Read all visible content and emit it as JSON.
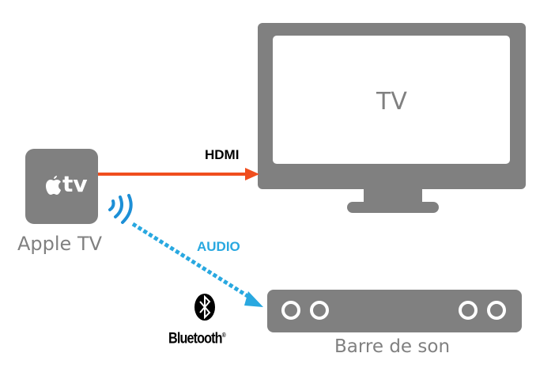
{
  "devices": {
    "apple_tv": {
      "label": "Apple TV",
      "logo_text": "tv"
    },
    "tv": {
      "label": "TV"
    },
    "soundbar": {
      "label": "Barre de son"
    }
  },
  "connections": {
    "hdmi": {
      "label": "HDMI",
      "color": "#f04e1e"
    },
    "audio": {
      "label": "AUDIO",
      "color": "#29a8e0"
    }
  },
  "bluetooth": {
    "label": "Bluetooth",
    "mark": "®"
  },
  "colors": {
    "device_grey": "#808080",
    "wireless_blue": "#1d8fd6"
  }
}
